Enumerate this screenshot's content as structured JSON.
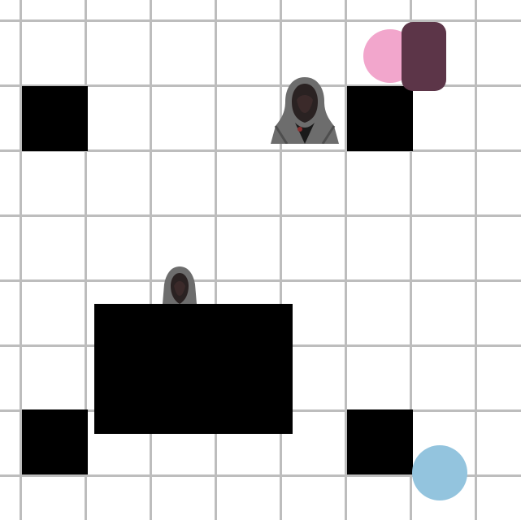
{
  "game": {
    "title": "",
    "grid_columns": 8,
    "grid_rows": 8,
    "background_color": "#ffffff",
    "gridline_color": "#bdbdbd",
    "wall_color": "#000000",
    "pieces": {
      "agents": [
        {
          "name": "hooded-figure-agent",
          "icon": "hooded-figure-icon"
        },
        {
          "name": "hooded-figure-agent-partial",
          "icon": "hooded-figure-icon"
        }
      ],
      "goals": [
        {
          "name": "pink-circle-goal",
          "color": "#f2a6cc"
        },
        {
          "name": "plum-rounded-square-token",
          "color": "#5c3548"
        },
        {
          "name": "blue-circle-goal",
          "color": "#93c4de"
        }
      ]
    }
  }
}
